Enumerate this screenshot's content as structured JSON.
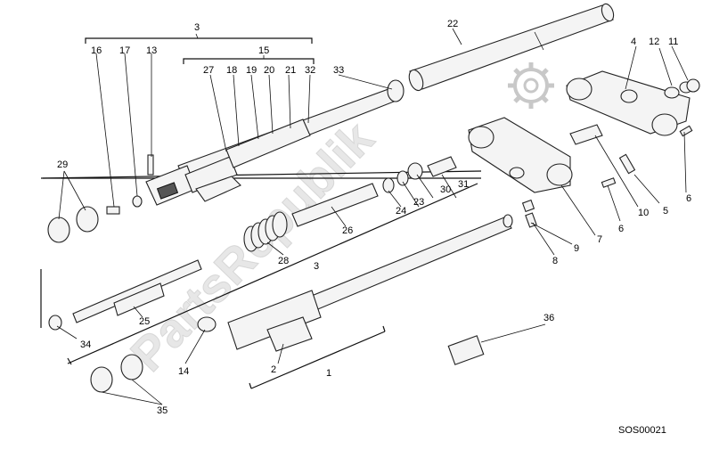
{
  "diagram": {
    "watermark_text": "PartsRepublik",
    "code": "SOS00021",
    "labels": [
      "1",
      "2",
      "3",
      "3",
      "4",
      "5",
      "6",
      "6",
      "7",
      "8",
      "9",
      "10",
      "11",
      "12",
      "13",
      "14",
      "15",
      "16",
      "17",
      "18",
      "19",
      "20",
      "21",
      "22",
      "23",
      "24",
      "25",
      "26",
      "27",
      "28",
      "29",
      "30",
      "31",
      "32",
      "33",
      "34",
      "35",
      "36"
    ]
  }
}
